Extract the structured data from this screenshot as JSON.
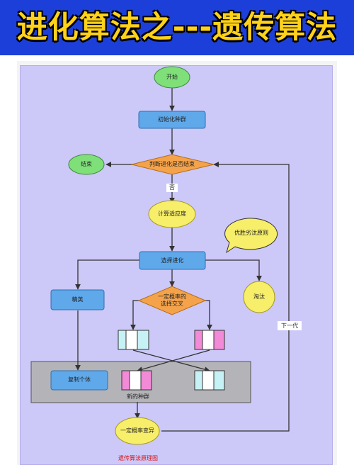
{
  "banner": {
    "title": "进化算法之---遗传算法",
    "bg_color": "#1d3fd9",
    "text_color": "#ffd21a"
  },
  "diagram": {
    "start": "开始",
    "init_population": "初始化种群",
    "decision": "判断进化是否结束",
    "end": "结束",
    "no_label": "否",
    "compute_fitness": "计算适应度",
    "survival_principle": "优胜劣汰原则",
    "select_evolution": "选择进化",
    "elite": "精英",
    "crossover_decision": "一定概率的选择交叉",
    "eliminate": "淘汰",
    "next_generation": "下一代",
    "copy_individual": "复制个体",
    "new_population": "新的种群",
    "mutation": "一定概率变异",
    "caption": "遗传算法原理图"
  },
  "colors": {
    "panel": "#ccc8f8",
    "green": "#7fe07a",
    "blue_box": "#5fa8ea",
    "yellow": "#f7ee6a",
    "orange": "#f5a34b",
    "gray_band": "#b4b4b8",
    "cyan": "#c6f1f5",
    "pink": "#f28ad8"
  }
}
